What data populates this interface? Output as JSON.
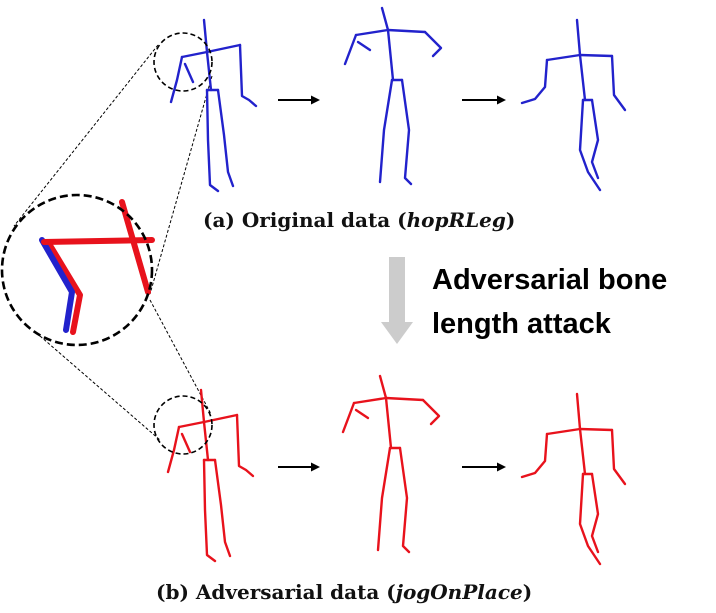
{
  "captions": {
    "a": {
      "prefix": "(a) Original data (",
      "name": "hopRLeg",
      "suffix": ")"
    },
    "b": {
      "prefix": "(b) Adversarial data (",
      "name": "jogOnPlace",
      "suffix": ")"
    }
  },
  "attack_label": {
    "line1": "Adversarial bone",
    "line2": "length attack"
  },
  "colors": {
    "original": "#2222cc",
    "adversarial": "#e8121c",
    "attack_arrow": "#cccccc"
  }
}
